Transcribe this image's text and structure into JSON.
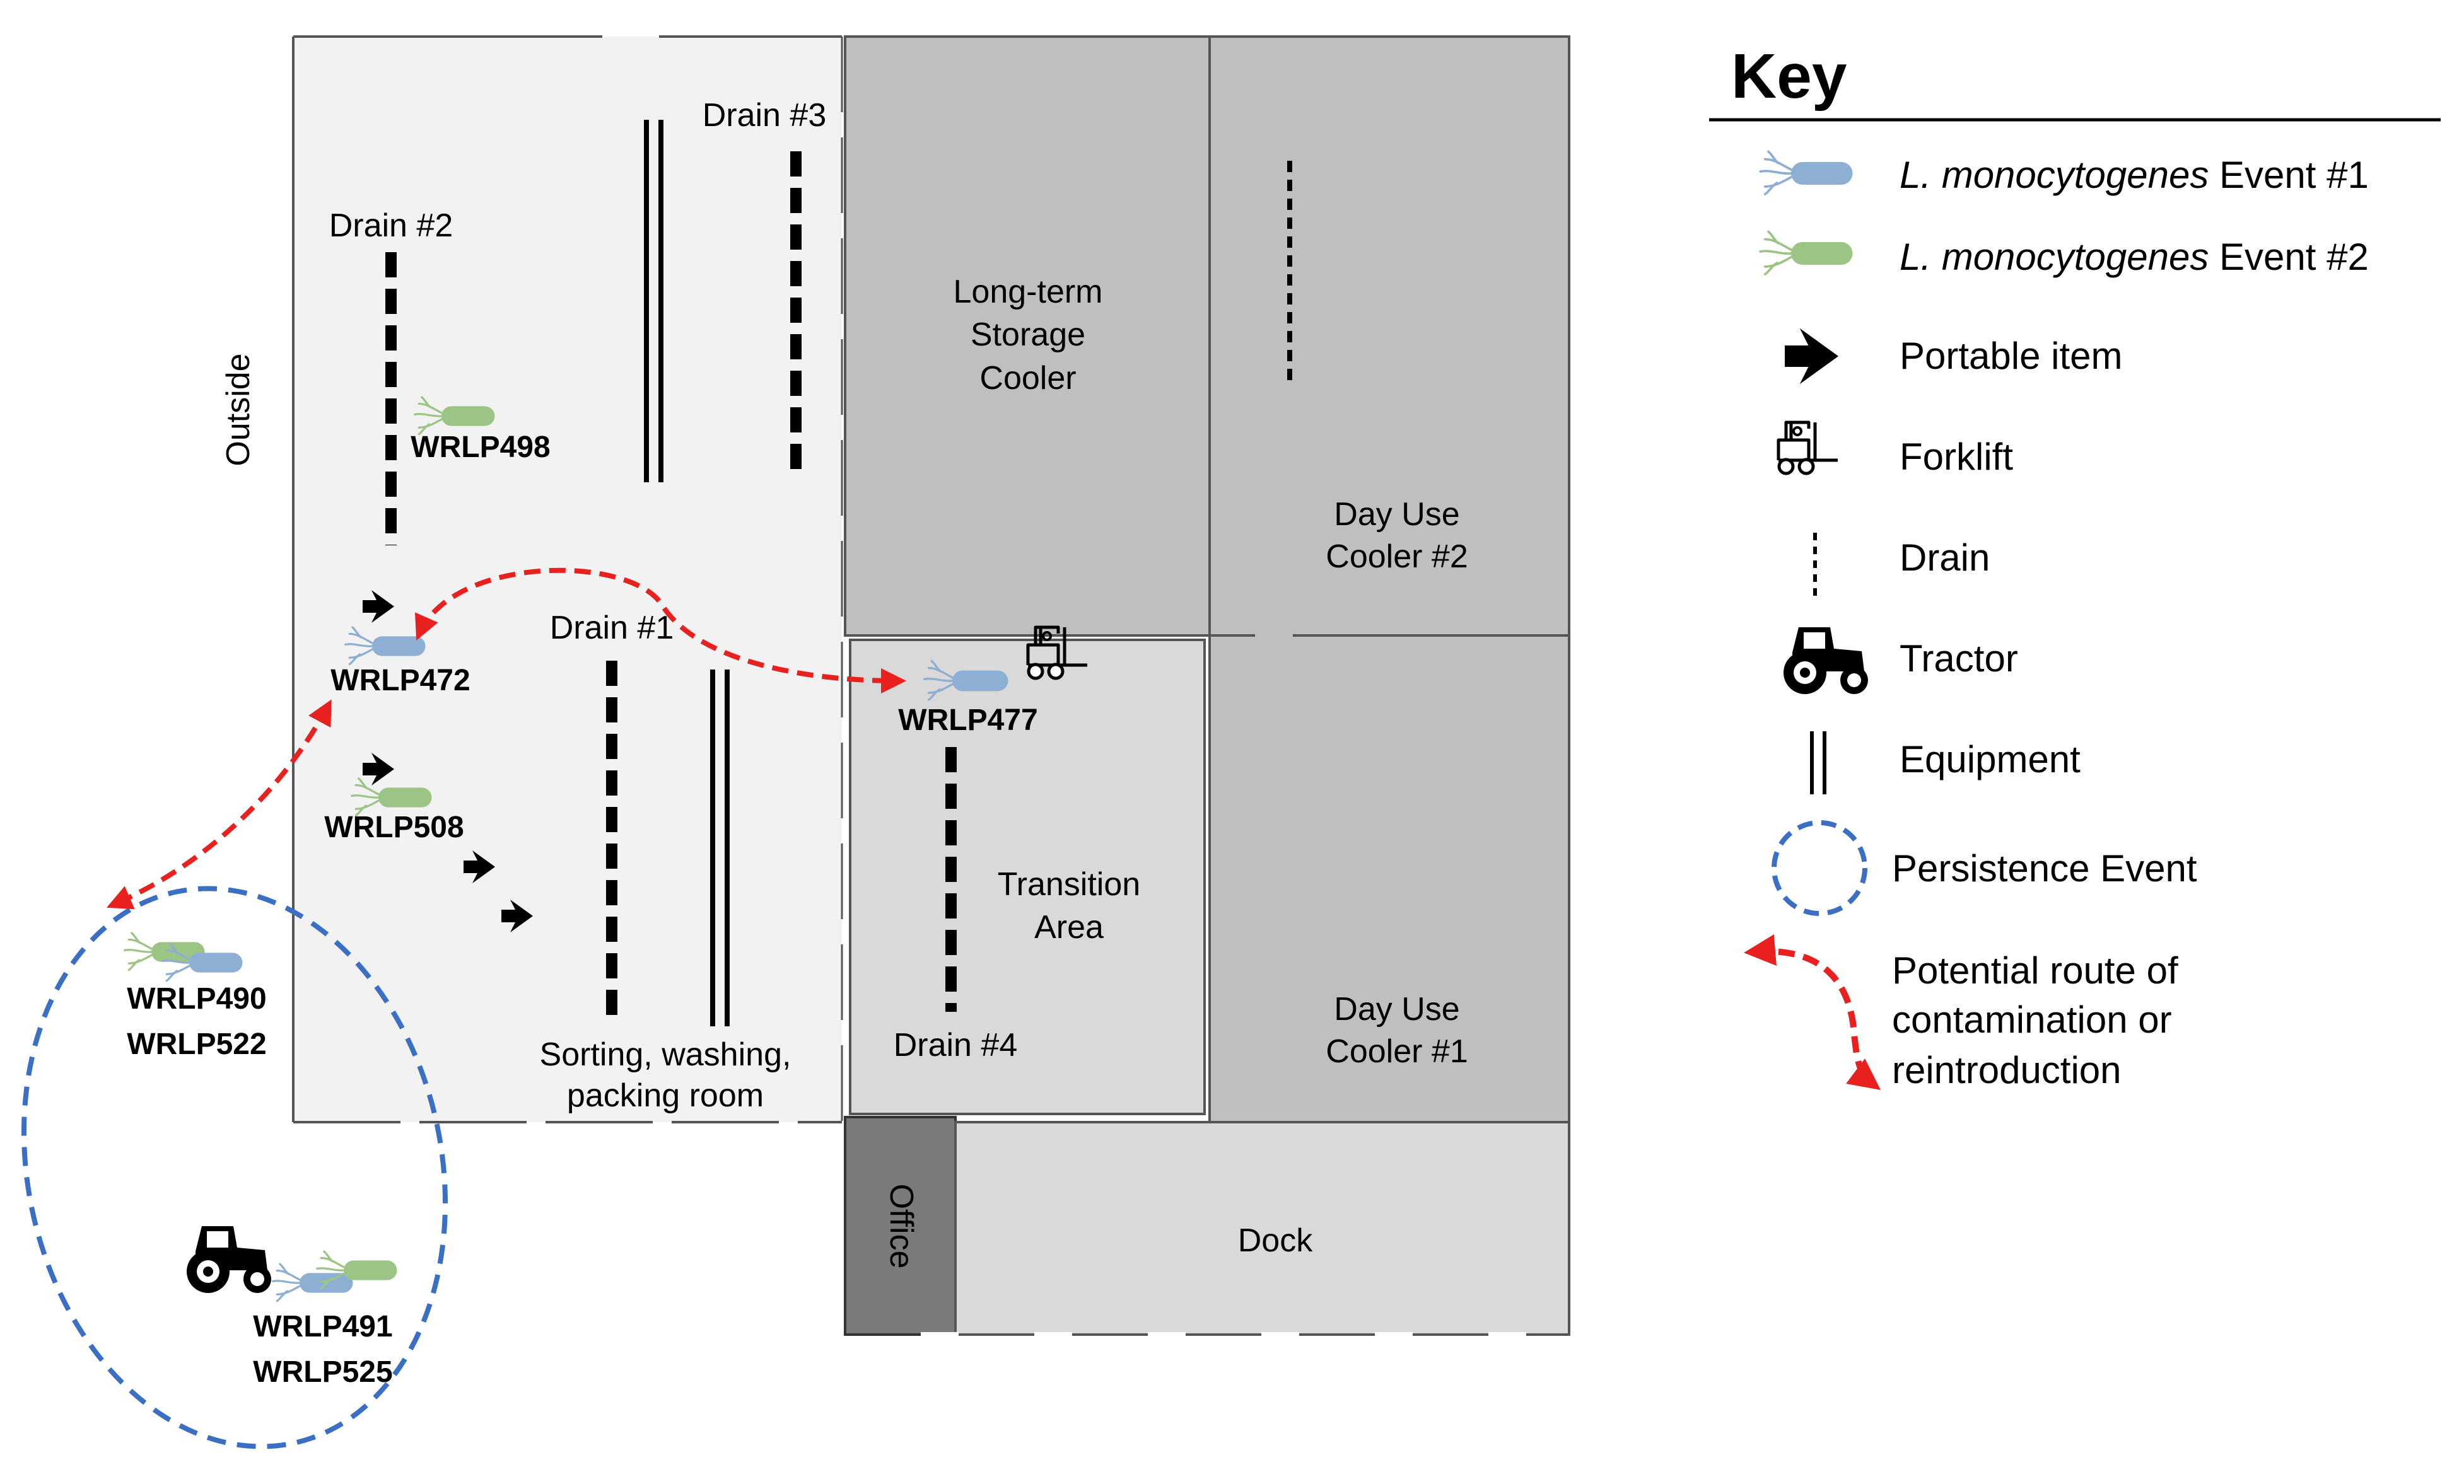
{
  "rooms": {
    "outside": "Outside",
    "sorting_line1": "Sorting, washing,",
    "sorting_line2": "packing room",
    "long_term_line1": "Long-term",
    "long_term_line2": "Storage",
    "long_term_line3": "Cooler",
    "day_use_2_line1": "Day Use",
    "day_use_2_line2": "Cooler #2",
    "day_use_1_line1": "Day Use",
    "day_use_1_line2": "Cooler #1",
    "transition_line1": "Transition",
    "transition_line2": "Area",
    "office": "Office",
    "dock": "Dock"
  },
  "drains": {
    "drain1": "Drain #1",
    "drain2": "Drain #2",
    "drain3": "Drain #3",
    "drain4": "Drain #4"
  },
  "isolates": {
    "wrlp498": "WRLP498",
    "wrlp472": "WRLP472",
    "wrlp508": "WRLP508",
    "wrlp477": "WRLP477",
    "wrlp490": "WRLP490",
    "wrlp522": "WRLP522",
    "wrlp491": "WRLP491",
    "wrlp525": "WRLP525"
  },
  "key": {
    "title": "Key",
    "event1_species": "L. monocytogenes",
    "event1_suffix": " Event #1",
    "event2_species": "L. monocytogenes",
    "event2_suffix": " Event #2",
    "portable": "Portable item",
    "forklift": "Forklift",
    "drain": "Drain",
    "tractor": "Tractor",
    "equipment": "Equipment",
    "persistence": "Persistence Event",
    "route_line1": "Potential route of",
    "route_line2": "contamination or",
    "route_line3": "reintroduction"
  },
  "colors": {
    "event1": "#8eafd4",
    "event2": "#9cc485",
    "persistence": "#3a6fc4",
    "route": "#e8201e",
    "room_light": "#f2f2f2",
    "room_mid": "#d9d9d9",
    "room_dark": "#bfbfbf",
    "office": "#7a7a7a"
  }
}
